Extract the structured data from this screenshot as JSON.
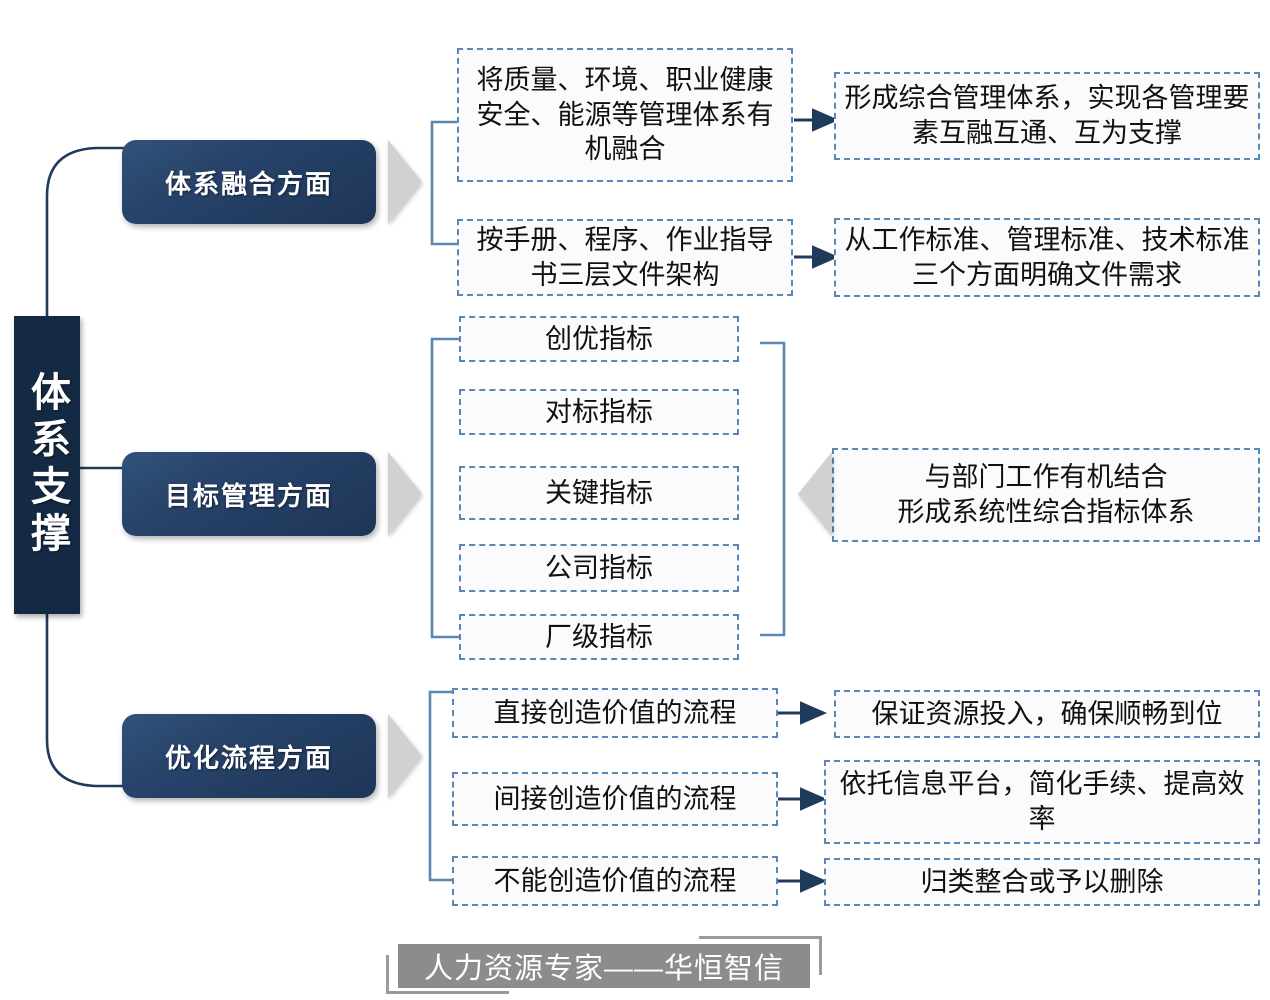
{
  "diagram": {
    "type": "flow-diagram",
    "spine": {
      "label": "体系支撑"
    },
    "colors": {
      "spine_bg": "#142a44",
      "pill_bg": "#1d3557",
      "box_border": "#5b87b5",
      "box_bg": "#fbfafc",
      "arrow": "#1f3b5c",
      "bracket": "#5b87b5",
      "chevron": "#cfd1d3",
      "footer_bar": "#8c8c8c"
    },
    "branches": [
      {
        "id": "branch-system-integration",
        "pill_label": "体系融合方面",
        "items": [
          {
            "source": "将质量、环境、职业健康安全、能源等管理体系有机融合",
            "outcome": "形成综合管理体系，实现各管理要素互融互通、互为支撑"
          },
          {
            "source": "按手册、程序、作业指导书三层文件架构",
            "outcome": "从工作标准、管理标准、技术标准三个方面明确文件需求"
          }
        ]
      },
      {
        "id": "branch-goal-management",
        "pill_label": "目标管理方面",
        "items": [
          {
            "source": "创优指标"
          },
          {
            "source": "对标指标"
          },
          {
            "source": "关键指标"
          },
          {
            "source": "公司指标"
          },
          {
            "source": "厂级指标"
          }
        ],
        "shared_outcome": "与部门工作有机结合\n形成系统性综合指标体系",
        "shared_outcome_lines": [
          "与部门工作有机结合",
          "形成系统性综合指标体系"
        ]
      },
      {
        "id": "branch-process-optimization",
        "pill_label": "优化流程方面",
        "items": [
          {
            "source": "直接创造价值的流程",
            "outcome": "保证资源投入，确保顺畅到位"
          },
          {
            "source": "间接创造价值的流程",
            "outcome": "依托信息平台，简化手续、提高效率"
          },
          {
            "source": "不能创造价值的流程",
            "outcome": "归类整合或予以删除"
          }
        ]
      }
    ],
    "footer": {
      "text": "人力资源专家——华恒智信"
    }
  }
}
